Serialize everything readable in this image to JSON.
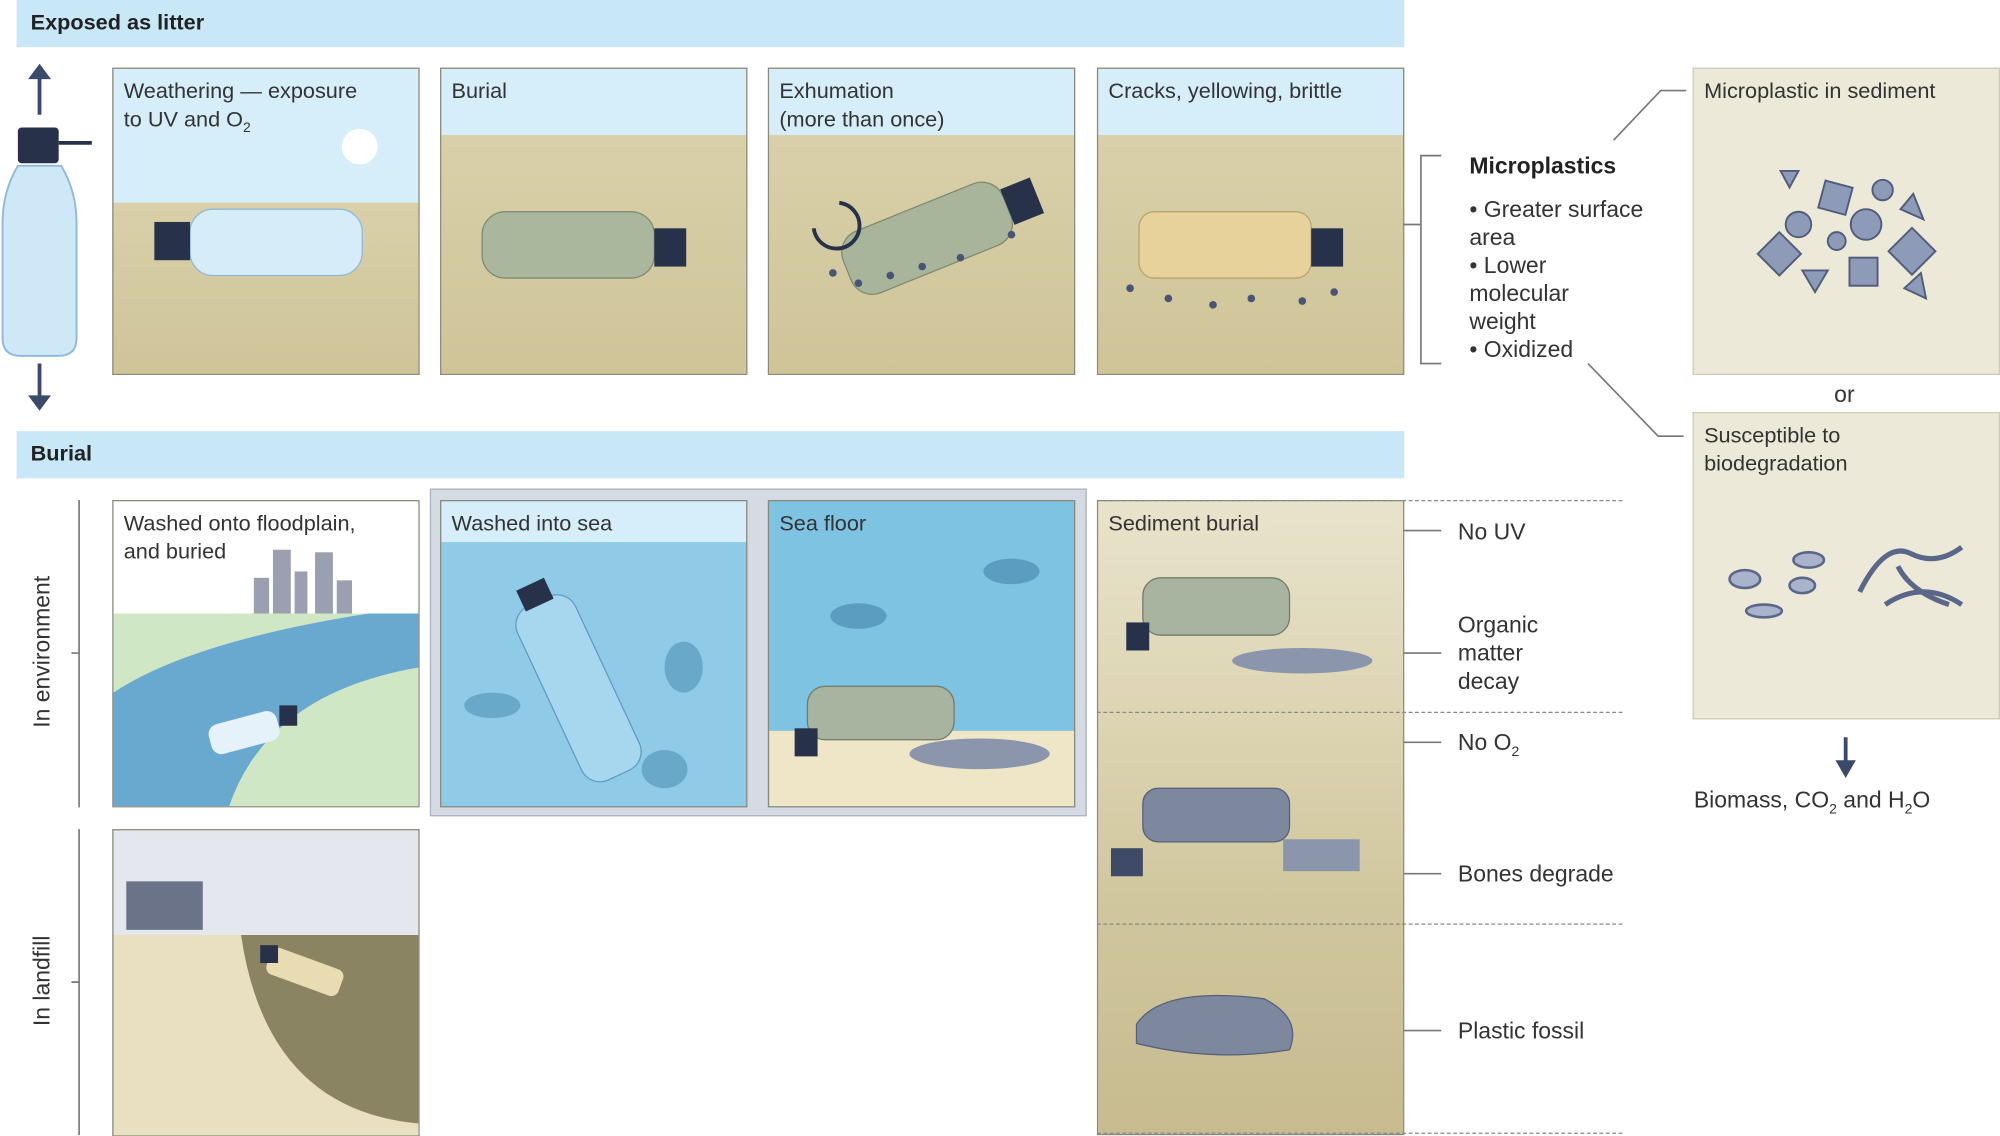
{
  "sections": {
    "exposed": "Exposed as litter",
    "burial": "Burial"
  },
  "top_panels": [
    {
      "title_a": "Weathering — exposure",
      "title_b": "to UV and O",
      "title_sub": "2"
    },
    {
      "title": "Burial"
    },
    {
      "title_a": "Exhumation",
      "title_b": "(more than once)"
    },
    {
      "title": "Cracks, yellowing, brittle"
    }
  ],
  "microplastics": {
    "heading": "Microplastics",
    "bullets": [
      "Greater surface area",
      "Lower molecular weight",
      "Oxidized"
    ]
  },
  "outcomes": {
    "sediment_panel": "Microplastic in sediment",
    "or": "or",
    "biodeg_panel_a": "Susceptible to",
    "biodeg_panel_b": "biodegradation",
    "result": {
      "a": "Biomass, CO",
      "sub1": "2",
      "b": " and H",
      "sub2": "2",
      "c": "O"
    }
  },
  "side_labels": {
    "environment": "In environment",
    "landfill": "In landfill"
  },
  "bottom_panels": {
    "floodplain_a": "Washed onto floodplain,",
    "floodplain_b": "and buried",
    "sea": "Washed into sea",
    "sea_floor": "Sea floor",
    "sediment": "Sediment burial"
  },
  "sediment_labels": {
    "no_uv": "No UV",
    "organic": "Organic matter decay",
    "no_o2": "No O",
    "no_o2_sub": "2",
    "bones": "Bones degrade",
    "fossil": "Plastic fossil"
  },
  "colors": {
    "header": "#c8e7f7",
    "sky": "#d6eef9",
    "sediment": "#d9d0aa",
    "plastic": "#7f8fb0",
    "water": "#8fcbe6"
  }
}
